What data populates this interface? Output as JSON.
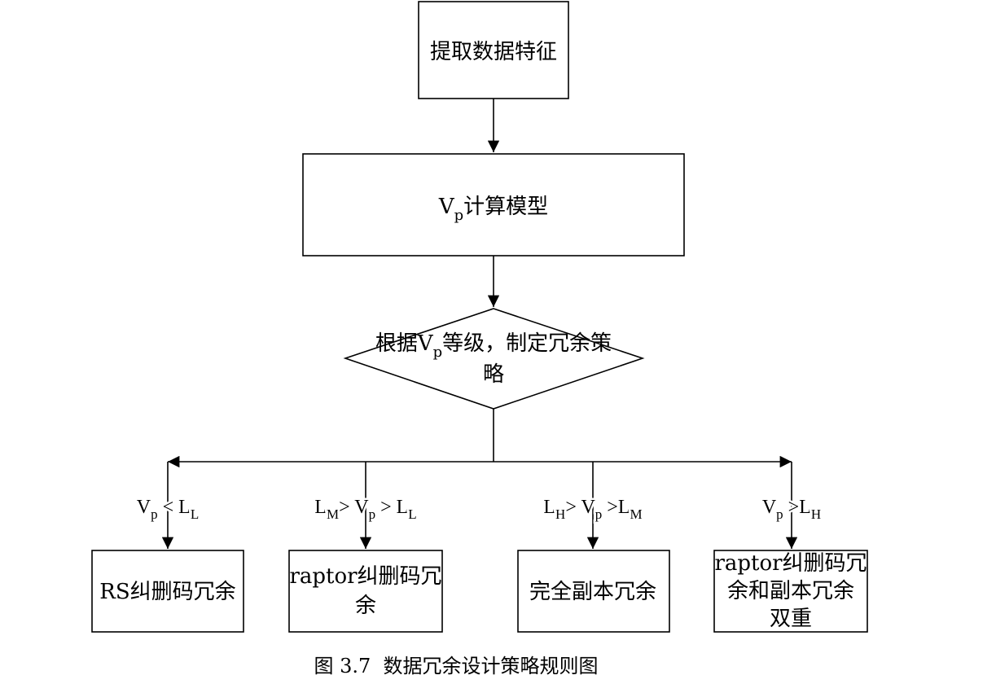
{
  "nodes": {
    "extract": "提取数据特征",
    "model": {
      "v": "V",
      "sub": "p",
      "rest": "计算模型"
    },
    "decision": {
      "pre": "根据",
      "v": "V",
      "sub": "p",
      "rest": "等级，制定冗余策",
      "line2": "略"
    },
    "out1": [
      "RS纠删码冗余"
    ],
    "out2": [
      "raptor纠删码冗",
      "余"
    ],
    "out3": [
      "完全副本冗余"
    ],
    "out4": [
      "raptor纠删码冗",
      "余和副本冗余",
      "双重"
    ]
  },
  "conditions": {
    "c1": {
      "a": "V",
      "a_sub": "p",
      "op": " < ",
      "b": "L",
      "b_sub": "L"
    },
    "c2": {
      "a": "L",
      "a_sub": "M",
      "op1": "> ",
      "b": "V",
      "b_sub": "p",
      "op2": " > ",
      "c": "L",
      "c_sub": "L"
    },
    "c3": {
      "a": "L",
      "a_sub": "H",
      "op1": "> ",
      "b": "V",
      "b_sub": "p",
      "op2": " >",
      "c": "L",
      "c_sub": "M"
    },
    "c4": {
      "a": "V",
      "a_sub": "p",
      "op": " >",
      "b": "L",
      "b_sub": "H"
    }
  },
  "caption": "图 3.7  数据冗余设计策略规则图"
}
